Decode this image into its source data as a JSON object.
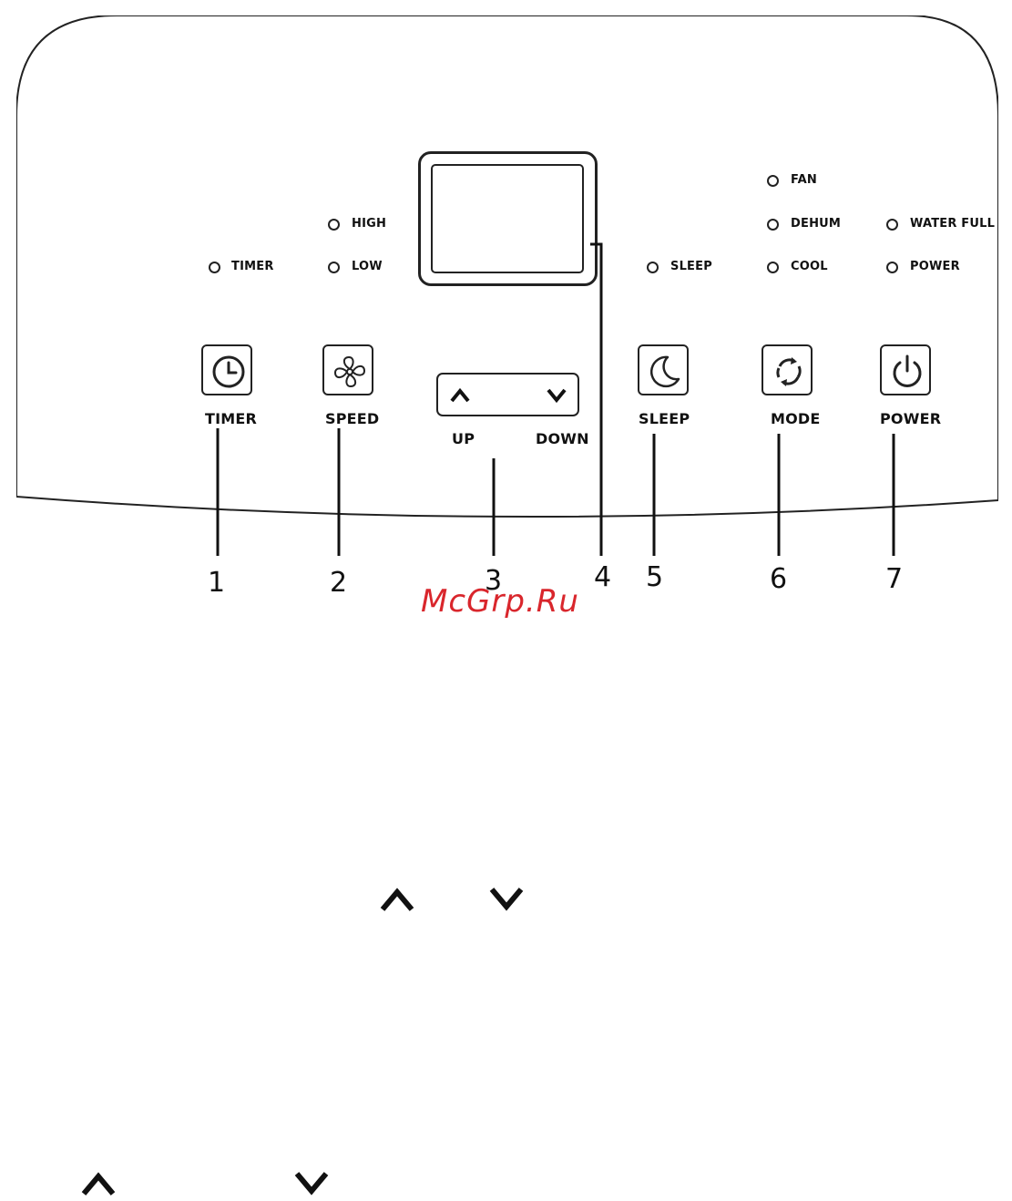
{
  "indicators": {
    "timer": "TIMER",
    "high": "HIGH",
    "low": "LOW",
    "sleep": "SLEEP",
    "fan": "FAN",
    "dehum": "DEHUM",
    "cool": "COOL",
    "water_full": "WATER FULL",
    "power": "POWER"
  },
  "buttons": {
    "timer": {
      "label": "TIMER",
      "icon": "clock-icon"
    },
    "speed": {
      "label": "SPEED",
      "icon": "fan-icon"
    },
    "up": {
      "label": "UP",
      "icon": "chevron-up-icon"
    },
    "down": {
      "label": "DOWN",
      "icon": "chevron-down-icon"
    },
    "sleep": {
      "label": "SLEEP",
      "icon": "moon-icon"
    },
    "mode": {
      "label": "MODE",
      "icon": "cycle-arrows-icon"
    },
    "power": {
      "label": "POWER",
      "icon": "power-icon"
    }
  },
  "callouts": [
    "1",
    "2",
    "3",
    "4",
    "5",
    "6",
    "7"
  ],
  "watermark": "McGrp.Ru",
  "colors": {
    "line": "#222222",
    "watermark": "#d9262c",
    "background": "#ffffff"
  }
}
